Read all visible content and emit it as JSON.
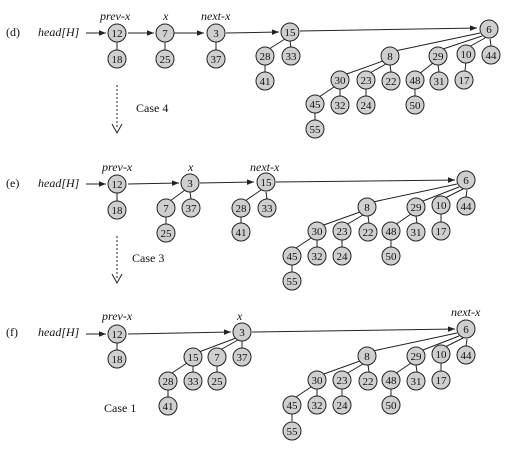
{
  "panels": [
    {
      "id": "d",
      "panel_label": "(d)",
      "head_label": "head[H]",
      "pointer_labels": [
        "prev-x",
        "x",
        "next-x"
      ],
      "keys": [
        "12",
        "18",
        "7",
        "25",
        "3",
        "37",
        "15",
        "28",
        "33",
        "41",
        "6",
        "8",
        "29",
        "10",
        "44",
        "30",
        "23",
        "22",
        "48",
        "31",
        "17",
        "45",
        "32",
        "24",
        "50",
        "55"
      ],
      "case_label": "Case 4"
    },
    {
      "id": "e",
      "panel_label": "(e)",
      "head_label": "head[H]",
      "pointer_labels": [
        "prev-x",
        "x",
        "next-x"
      ],
      "keys": [
        "12",
        "18",
        "3",
        "7",
        "37",
        "25",
        "15",
        "28",
        "33",
        "41",
        "6",
        "8",
        "29",
        "10",
        "44",
        "30",
        "23",
        "22",
        "48",
        "31",
        "17",
        "45",
        "32",
        "24",
        "50",
        "55"
      ],
      "case_label": "Case 3"
    },
    {
      "id": "f",
      "panel_label": "(f)",
      "head_label": "head[H]",
      "pointer_labels": [
        "prev-x",
        "x",
        "next-x"
      ],
      "keys": [
        "12",
        "18",
        "3",
        "15",
        "7",
        "37",
        "28",
        "33",
        "25",
        "41",
        "6",
        "8",
        "29",
        "10",
        "44",
        "30",
        "23",
        "22",
        "48",
        "31",
        "17",
        "45",
        "32",
        "24",
        "50",
        "55"
      ],
      "case_label": "Case 1"
    }
  ]
}
